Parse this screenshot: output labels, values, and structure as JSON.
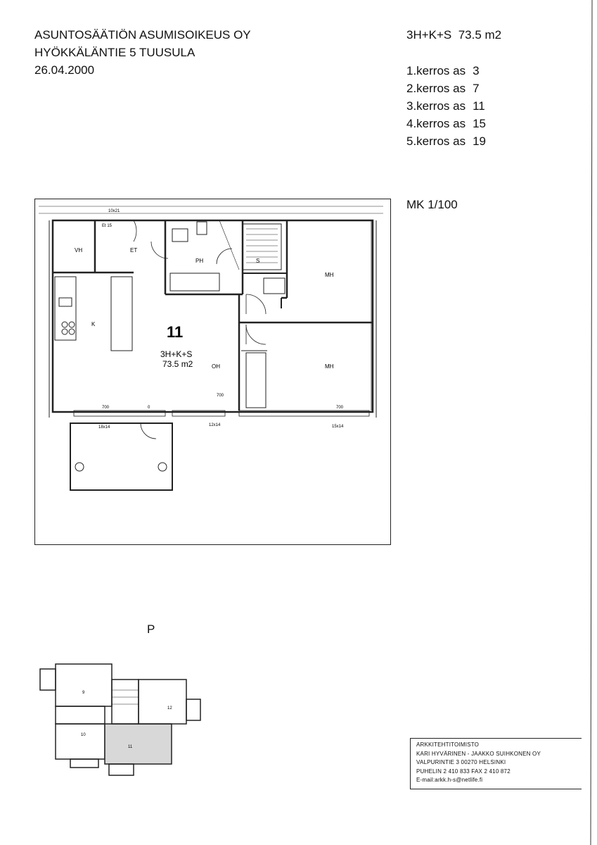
{
  "header": {
    "company": "ASUNTOSÄÄTIÖN ASUMISOIKEUS OY",
    "address": "HYÖKKÄLÄNTIE 5 TUUSULA",
    "date": "26.04.2000",
    "apartment_type": "3H+K+S  73.5 m2"
  },
  "floors": [
    {
      "label": "1.kerros as",
      "number": "3"
    },
    {
      "label": "2.kerros as",
      "number": "7"
    },
    {
      "label": "3.kerros as",
      "number": "11"
    },
    {
      "label": "4.kerros as",
      "number": "15"
    },
    {
      "label": "5.kerros as",
      "number": "19"
    }
  ],
  "scale": "MK 1/100",
  "plan": {
    "apartment_number": "11",
    "type": "3H+K+S",
    "area": "73.5 m2",
    "rooms": {
      "vh": "VH",
      "et": "ET",
      "ph": "PH",
      "s": "S",
      "k": "K",
      "oh": "OH",
      "mh1": "MH",
      "mh2": "MH"
    },
    "windows": {
      "w1": "10x21",
      "w2": "18x14",
      "w3": "12x14",
      "w4": "15x14",
      "et15": "Et 15"
    },
    "dims": {
      "d700a": "700",
      "d700b": "700",
      "d700c": "700",
      "d0": "0"
    }
  },
  "north_label": "P",
  "keyplan_units": [
    "9",
    "10",
    "11",
    "12"
  ],
  "stamp": {
    "line1": "ARKKITEHTITOIMISTO",
    "line2": "KARI HYVÄRINEN - JAAKKO SUIHKONEN  OY",
    "line3": "VALPURINTIE 3 00270 HELSINKI",
    "line4": "PUHELIN 2 410 833  FAX 2 410 872",
    "line5": "E-mail:arkk.h-s@netlife.fi"
  }
}
